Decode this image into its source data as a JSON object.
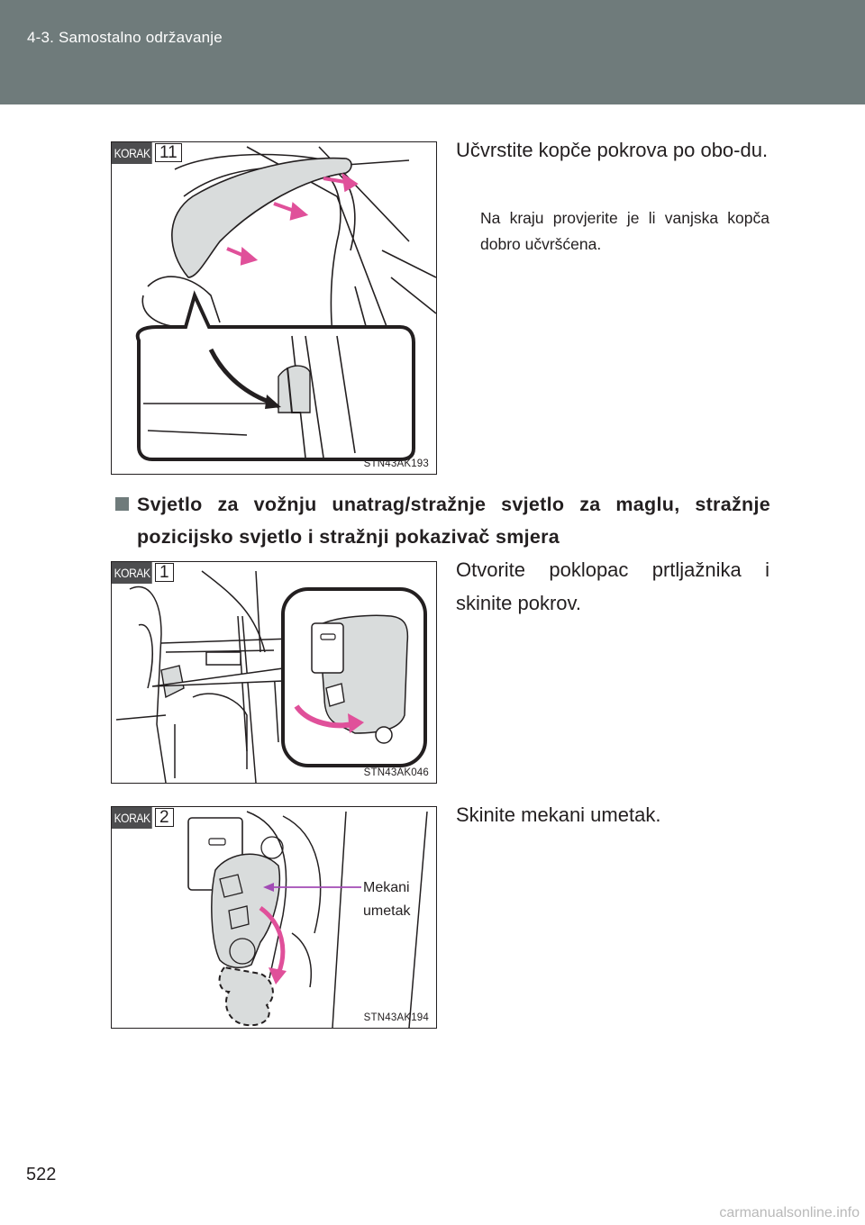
{
  "header": {
    "title": "4-3. Samostalno održavanje"
  },
  "steps": [
    {
      "label": "KORAK",
      "number": "11",
      "main": "Učvrstite kopče pokrova po obo-du.",
      "note": "Na kraju provjerite je li vanjska kopča dobro učvršćena.",
      "figure_code": "STN43AK193"
    },
    {
      "label": "KORAK",
      "number": "1",
      "main": "Otvorite poklopac prtljažnika i skinite pokrov.",
      "figure_code": "STN43AK046"
    },
    {
      "label": "KORAK",
      "number": "2",
      "main": "Skinite mekani umetak.",
      "figure_code": "STN43AK194",
      "callout_line1": "Mekani",
      "callout_line2": "umetak"
    }
  ],
  "section": {
    "title": "Svjetlo za vožnju unatrag/stražnje svjetlo za maglu, stražnje pozicijsko svjetlo i stražnji pokazivač smjera"
  },
  "page_number": "522",
  "watermark": "carmanualsonline.info",
  "colors": {
    "header": "#6f7b7b",
    "accent_arrow": "#e0509a",
    "callout_line": "#a24bb5",
    "part_fill": "#d9dcdc"
  }
}
